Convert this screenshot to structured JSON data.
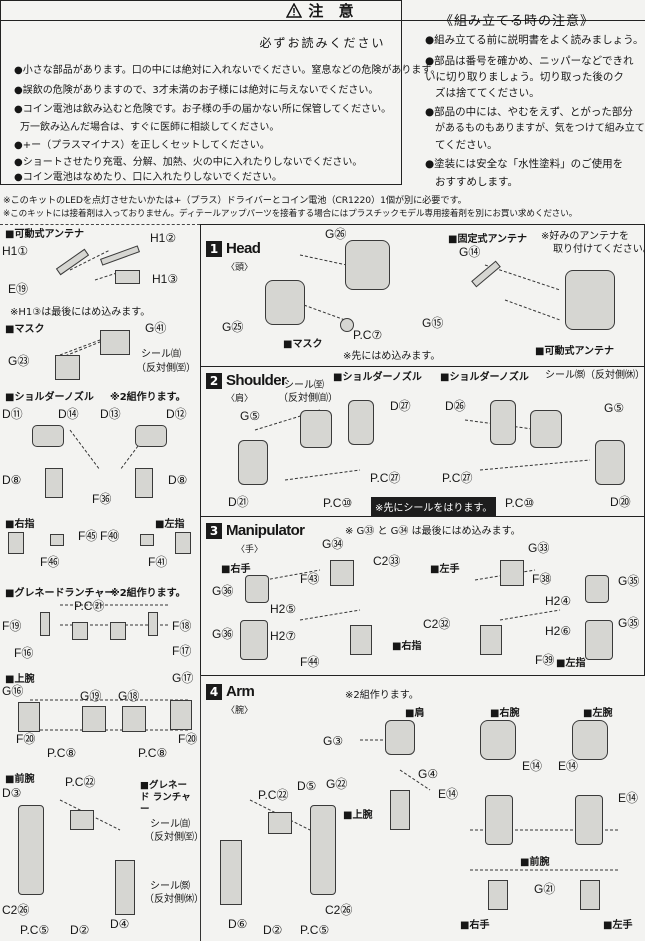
{
  "warning": {
    "heading": "注 意",
    "subheading": "必ずお読みください",
    "lines": [
      "●小さな部品があります。口の中には絶対に入れないでください。窒息などの危険があります。",
      "●誤飲の危険がありますので、3才未満のお子様には絶対に与えないでください。",
      "●コイン電池は飲み込むと危険です。お子様の手の届かない所に保管してください。",
      "万一飲み込んだ場合は、すぐに医師に相談してください。",
      "●+ー（プラスマイナス）を正しくセットしてください。",
      "●ショートさせたり充電、分解、加熱、火の中に入れたりしないでください。",
      "●コイン電池はなめたり、口に入れたりしないでください。"
    ]
  },
  "assembly_notes": {
    "heading": "《組み立てる時の注意》",
    "lines": [
      "●組み立てる前に説明書をよく読みましょう。",
      "●部品は番号を確かめ、ニッパーなどできれ",
      "いに切り取りましょう。切り取った後のク",
      "ズは捨ててください。",
      "●部品の中には、やむをえず、とがった部分",
      "があるものもありますが、気をつけて組み立て",
      "てください。",
      "●塗装には安全な「水性塗料」のご使用を",
      "おすすめします。"
    ]
  },
  "kit_notes": [
    "※このキットのLEDを点灯させたいかたは+（プラス）ドライバーとコイン電池（CR1220）1個が別に必要です。",
    "※このキットには接着剤は入っておりません。ディテールアップパーツを接着する場合にはプラスチックモデル専用接着剤を別にお買い求めください。"
  ],
  "left_panels": {
    "antenna": {
      "title": "■可動式アンテナ",
      "labels": [
        "H1①",
        "H1②",
        "E⑲",
        "H1③"
      ],
      "note": "※H1③は最後にはめ込みます。"
    },
    "mask": {
      "title": "■マスク",
      "labels": [
        "G㊶",
        "G㉓",
        "シール㉂",
        "（反対側㉃）"
      ]
    },
    "shoulder_nozzle": {
      "title": "■ショルダーノズル",
      "note": "※2組作ります。",
      "labels": [
        "D⑪",
        "D⑭",
        "D⑬",
        "D⑫",
        "D⑧",
        "F㊱",
        "D⑧"
      ]
    },
    "fingers": {
      "title_right": "■右指",
      "title_left": "■左指",
      "labels": [
        "F㊺",
        "F㊻",
        "F㊵",
        "F㊶"
      ]
    },
    "grenade": {
      "title": "■グレネードランチャー",
      "note": "※2組作ります。",
      "labels": [
        "P.C㉑",
        "F⑲",
        "F⑱",
        "F⑯",
        "F⑰"
      ]
    },
    "upper_arm": {
      "title": "■上腕",
      "labels": [
        "G⑯",
        "G⑲",
        "G⑱",
        "G⑰",
        "F⑳",
        "P.C⑧",
        "P.C⑧",
        "F⑳"
      ]
    },
    "forearm": {
      "title": "■前腕",
      "labels": [
        "D③",
        "P.C㉒",
        "P.C㉒",
        "D⑤",
        "C2㉖",
        "P.C⑤",
        "D②",
        "D④",
        "D⑥",
        "D②",
        "P.C⑤",
        "C2㉖"
      ],
      "grenade_label": "■グレネード ランチャー",
      "seal_b": "シール㉂",
      "seal_b_opp": "（反対側㉃）",
      "seal_a": "シール㉀",
      "seal_a_opp": "（反対側㉁）"
    }
  },
  "step1": {
    "num": "1",
    "title": "Head",
    "jp": "〈頭〉",
    "labels": [
      "G㉖",
      "G㉕",
      "■マスク",
      "P.C⑦"
    ],
    "note": "※先にはめ込みます。",
    "fixed_antenna": "■固定式アンテナ",
    "fixed_labels": [
      "G⑭",
      "G⑮"
    ],
    "option_note_1": "※好みのアンテナを",
    "option_note_2": "取り付けてください。",
    "movable_antenna": "■可動式アンテナ"
  },
  "step2": {
    "num": "2",
    "title": "Shoulder",
    "jp": "〈肩〉",
    "left_title": "■ショルダーノズル",
    "right_title": "■ショルダーノズル",
    "seal_l": "シール㉃",
    "seal_l_opp": "（反対側㉂）",
    "seal_r": "シール㉀（反対側㉁）",
    "labels": [
      "G⑤",
      "D㉗",
      "D㉑",
      "P.C㉗",
      "P.C⑩",
      "D㉖",
      "G⑤",
      "P.C㉗",
      "P.C⑩",
      "D⑳"
    ],
    "black_note": "※先にシールをはります。"
  },
  "step3": {
    "num": "3",
    "title": "Manipulator",
    "jp": "〈手〉",
    "note": "※ G㉝ と G㉞ は最後にはめ込みます。",
    "right_hand": "■右手",
    "left_hand": "■左手",
    "right_fingers": "■右指",
    "left_fingers": "■左指",
    "labels": [
      "G㉞",
      "C2㉝",
      "G㉝",
      "F㊸",
      "G㊱",
      "H2⑤",
      "G㊱",
      "H2⑦",
      "F㊹",
      "F㊳",
      "G㉟",
      "C2㉜",
      "H2④",
      "H2⑥",
      "G㉟",
      "F㊴"
    ]
  },
  "step4": {
    "num": "4",
    "title": "Arm",
    "jp": "〈腕〉",
    "note": "※2組作ります。",
    "shoulder": "■肩",
    "upper_arm": "■上腕",
    "forearm": "■前腕",
    "right_arm": "■右腕",
    "left_arm": "■左腕",
    "right_hand": "■右手",
    "left_hand": "■左手",
    "labels": [
      "G③",
      "G㉒",
      "G④",
      "E⑭",
      "E⑭",
      "E⑭",
      "E⑭",
      "G㉑"
    ]
  }
}
